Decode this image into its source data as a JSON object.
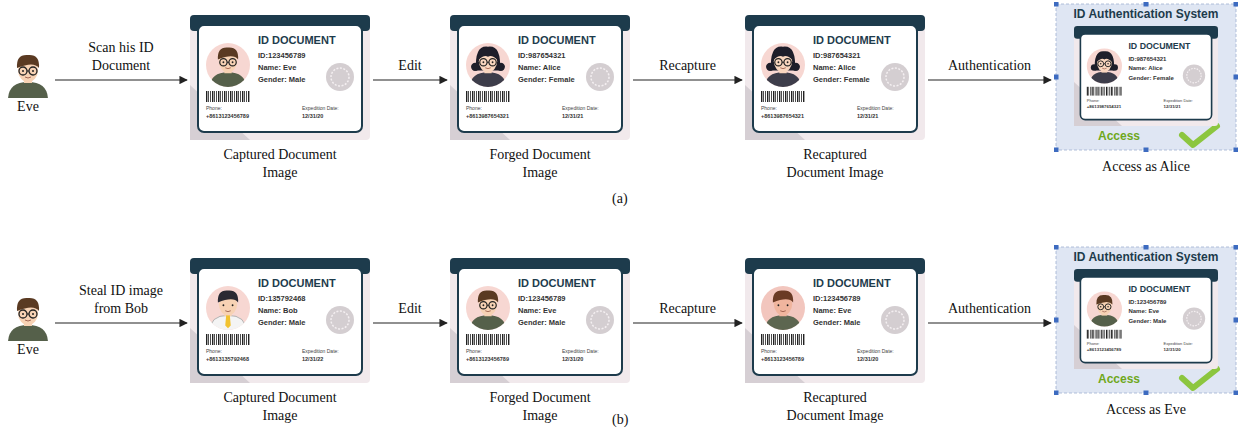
{
  "diagram": {
    "nodes": [
      {
        "text": [
          "Eve"
        ]
      },
      {
        "text": [
          "ID DOCUMENT",
          "ID:123456789",
          "Name: Eve",
          "Gender: Male",
          "Phone:",
          "+8613123456789",
          "Expedition Date:",
          "12/31/20",
          "Captured Document Image"
        ]
      },
      {
        "text": [
          "ID DOCUMENT",
          "ID:987654321",
          "Name: Alice",
          "Gender: Female",
          "Phone:",
          "+8613987654321",
          "Expedition Date:",
          "12/31/21",
          "Forged Document Image"
        ]
      },
      {
        "text": [
          "ID DOCUMENT",
          "ID:987654321",
          "Name: Alice",
          "Gender: Female",
          "Phone:",
          "+8613987654321",
          "Expedition Date:",
          "12/31/21",
          "Recaptured Document Image"
        ]
      },
      {
        "text": [
          "ID Authentication System",
          "Access",
          "Access as Alice"
        ]
      },
      {
        "text": [
          "ID DOCUMENT",
          "ID:987654321",
          "Name: Alice",
          "Gender: Female",
          "Phone:",
          "+8613987654321",
          "Expedition Date:",
          "12/31/21"
        ],
        "in": 4
      },
      {
        "text": [
          "Eve"
        ]
      },
      {
        "text": [
          "ID DOCUMENT",
          "ID:135792468",
          "Name: Bob",
          "Gender: Male",
          "Phone:",
          "+8613135792468",
          "Expedition Date:",
          "12/31/22",
          "Captured Document Image"
        ]
      },
      {
        "text": [
          "ID DOCUMENT",
          "ID:123456789",
          "Name: Eve",
          "Gender: Male",
          "Phone:",
          "+8613123456789",
          "Expedition Date:",
          "12/31/20",
          "Forged Document Image"
        ]
      },
      {
        "text": [
          "ID DOCUMENT",
          "ID:123456789",
          "Name: Eve",
          "Gender: Male",
          "Phone:",
          "+8613123456789",
          "Expedition Date:",
          "12/31/20",
          "Recaptured Document Image"
        ]
      },
      {
        "text": [
          "ID Authentication System",
          "Access",
          "Access as Eve"
        ]
      },
      {
        "text": [
          "ID DOCUMENT",
          "ID:123456789",
          "Name: Eve",
          "Gender: Male",
          "Phone:",
          "+8613123456789",
          "Expedition Date:",
          "12/31/20"
        ],
        "in": 10
      }
    ],
    "edges": [
      {
        "from": 0,
        "to": 1,
        "arrow": "to",
        "label": "Scan his ID Document"
      },
      {
        "from": 1,
        "to": 2,
        "arrow": "to",
        "label": "Edit"
      },
      {
        "from": 2,
        "to": 3,
        "arrow": "to",
        "label": "Recapture"
      },
      {
        "from": 3,
        "to": 4,
        "arrow": "to",
        "label": "Authentication"
      },
      {
        "from": 6,
        "to": 7,
        "arrow": "to",
        "label": "Steal ID image from Bob"
      },
      {
        "from": 7,
        "to": 8,
        "arrow": "to",
        "label": "Edit"
      },
      {
        "from": 8,
        "to": 9,
        "arrow": "to",
        "label": "Recapture"
      },
      {
        "from": 9,
        "to": 10,
        "arrow": "to",
        "label": "Authentication"
      }
    ],
    "labels": [
      "(a)",
      "(b)"
    ]
  }
}
